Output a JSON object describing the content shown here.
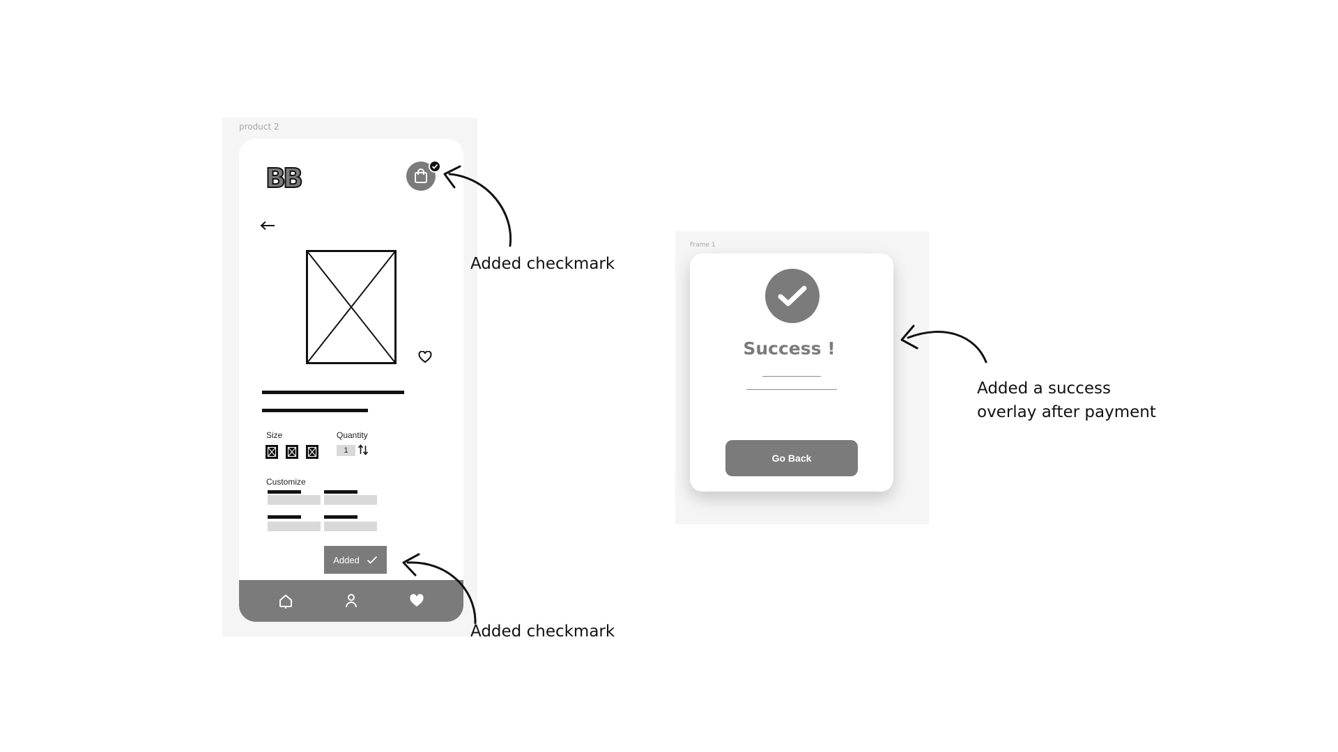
{
  "product_frame": {
    "label": "product 2",
    "logo": "BB",
    "size_label": "Size",
    "quantity_label": "Quantity",
    "quantity_value": "1",
    "customize_label": "Customize",
    "added_button_label": "Added",
    "nav": [
      "home-icon",
      "user-icon",
      "heart-icon"
    ]
  },
  "success_frame": {
    "label": "Frame 1",
    "title": "Success !",
    "button_label": "Go Back"
  },
  "annotations": {
    "cart_checkmark": "Added checkmark",
    "button_checkmark": "Added checkmark",
    "success_line1": "Added a success",
    "success_line2": "overlay after payment"
  },
  "colors": {
    "frame_bg": "#f5f5f5",
    "primary_gray": "#7b7b7b",
    "input_gray": "#d9d9d9",
    "ink": "#111111"
  }
}
